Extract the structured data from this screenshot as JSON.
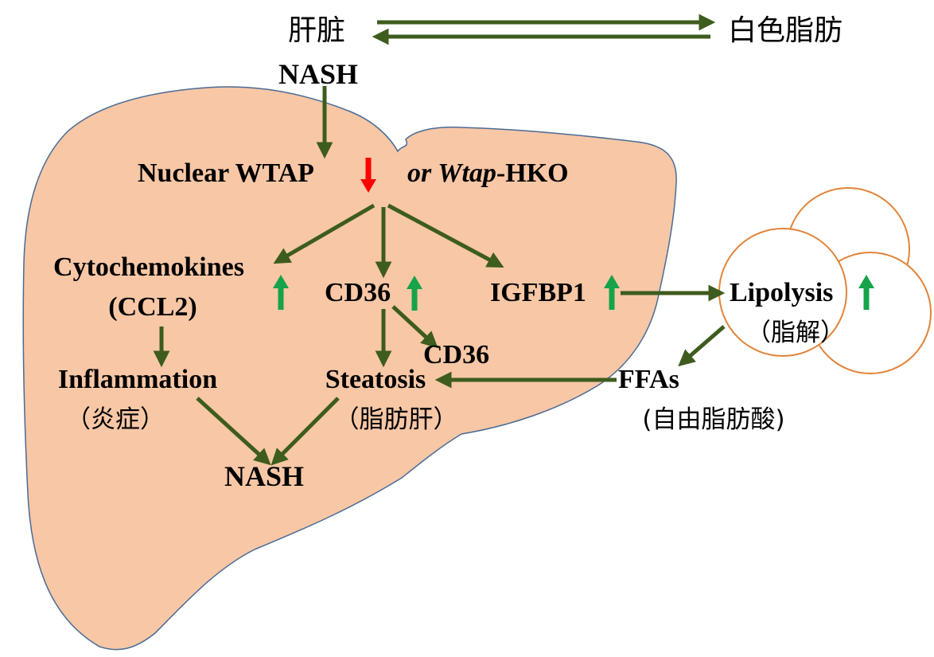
{
  "colors": {
    "liver_fill": "#f7c7a6",
    "liver_stroke": "#4a6b94",
    "arrow": "#3d5c1e",
    "down_arrow": "#ff0000",
    "up_arrow": "#16a34a",
    "adipocyte_stroke": "#e0843a"
  },
  "header": {
    "liver_label": "肝脏",
    "white_fat_label": "白色脂肪",
    "top_nash": "NASH"
  },
  "nodes": {
    "nuclear_wtap": "Nuclear WTAP",
    "or": "or",
    "wtap_italic": "Wtap",
    "hko": "-HKO",
    "cytochemokines": "Cytochemokines",
    "ccl2": "(CCL2)",
    "cd36_up": "CD36",
    "igfbp1": "IGFBP1",
    "lipolysis": "Lipolysis",
    "lipolysis_cn": "（脂解）",
    "cd36_second": "CD36",
    "inflammation": "Inflammation",
    "inflammation_cn": "（炎症）",
    "steatosis": "Steatosis",
    "steatosis_cn": "（脂肪肝）",
    "ffas": "FFAs",
    "ffas_cn": "(自由脂肪酸)",
    "bottom_nash": "NASH"
  },
  "markers": [
    {
      "name": "wtap-down-arrow",
      "direction": "down"
    },
    {
      "name": "cytochemokines-up-arrow",
      "direction": "up"
    },
    {
      "name": "cd36-up-arrow",
      "direction": "up"
    },
    {
      "name": "igfbp1-up-arrow",
      "direction": "up"
    },
    {
      "name": "lipolysis-up-arrow",
      "direction": "up"
    }
  ]
}
